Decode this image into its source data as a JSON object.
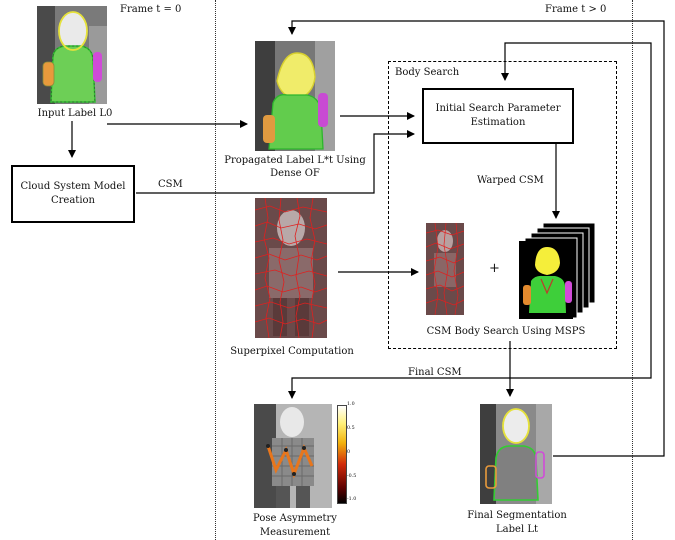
{
  "frame_labels": {
    "frame0": "Frame t = 0",
    "frame_t": "Frame t > 0"
  },
  "images": {
    "input": {
      "caption": "Input Label L0"
    },
    "propagated": {
      "caption_line1": "Propagated Label L*t Using",
      "caption_line2": "Dense OF"
    },
    "superpixel": {
      "caption": "Superpixel Computation"
    },
    "pose": {
      "caption_line1": "Pose Asymmetry",
      "caption_line2": "Measurement",
      "colorbar_ticks": [
        "1.0",
        "0.5",
        "0",
        "-0.5",
        "-1.0"
      ]
    },
    "final": {
      "caption_line1": "Final Segmentation",
      "caption_line2": "Label Lt"
    }
  },
  "boxes": {
    "cloud_model": "Cloud System Model Creation",
    "initial_search": "Initial Search Parameter Estimation",
    "body_search_title": "Body Search",
    "csm_body_search": "CSM Body Search Using MSPS"
  },
  "arrow_labels": {
    "csm": "CSM",
    "warped_csm": "Warped CSM",
    "final_csm": "Final CSM",
    "plus": "+"
  },
  "colors": {
    "green_overlay": "#5fd04a",
    "yellow_head": "#f2ef4a",
    "magenta_arm": "#d04bd8",
    "orange_arm": "#e89a3c",
    "red_superpixel": "#e0201f"
  }
}
